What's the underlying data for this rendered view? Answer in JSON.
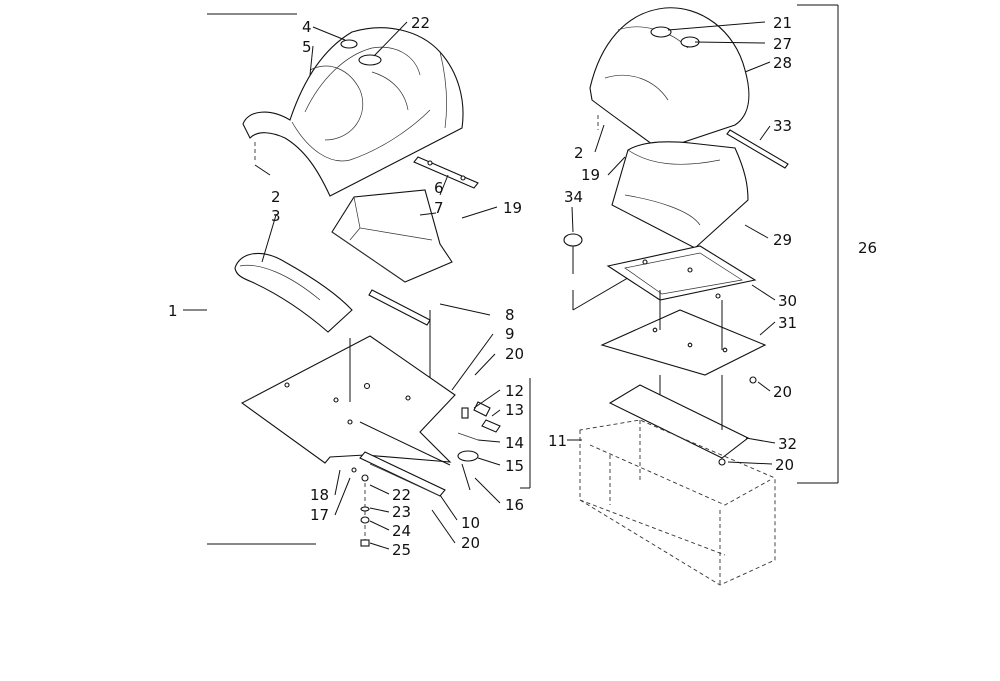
{
  "diagram": {
    "callouts": {
      "c1": "1",
      "c2a": "2",
      "c3": "3",
      "c4": "4",
      "c5": "5",
      "c6": "6",
      "c7": "7",
      "c8": "8",
      "c9": "9",
      "c10": "10",
      "c11": "11",
      "c12": "12",
      "c13": "13",
      "c14": "14",
      "c15": "15",
      "c16": "16",
      "c17": "17",
      "c18": "18",
      "c19a": "19",
      "c20a": "20",
      "c20b": "20",
      "c22a": "22",
      "c22b": "22",
      "c23": "23",
      "c24": "24",
      "c25": "25",
      "c2b": "2",
      "c19b": "19",
      "c20c": "20",
      "c20d": "20",
      "c21": "21",
      "c26": "26",
      "c27": "27",
      "c28": "28",
      "c29": "29",
      "c30": "30",
      "c31": "31",
      "c32": "32",
      "c33": "33",
      "c34": "34"
    }
  }
}
